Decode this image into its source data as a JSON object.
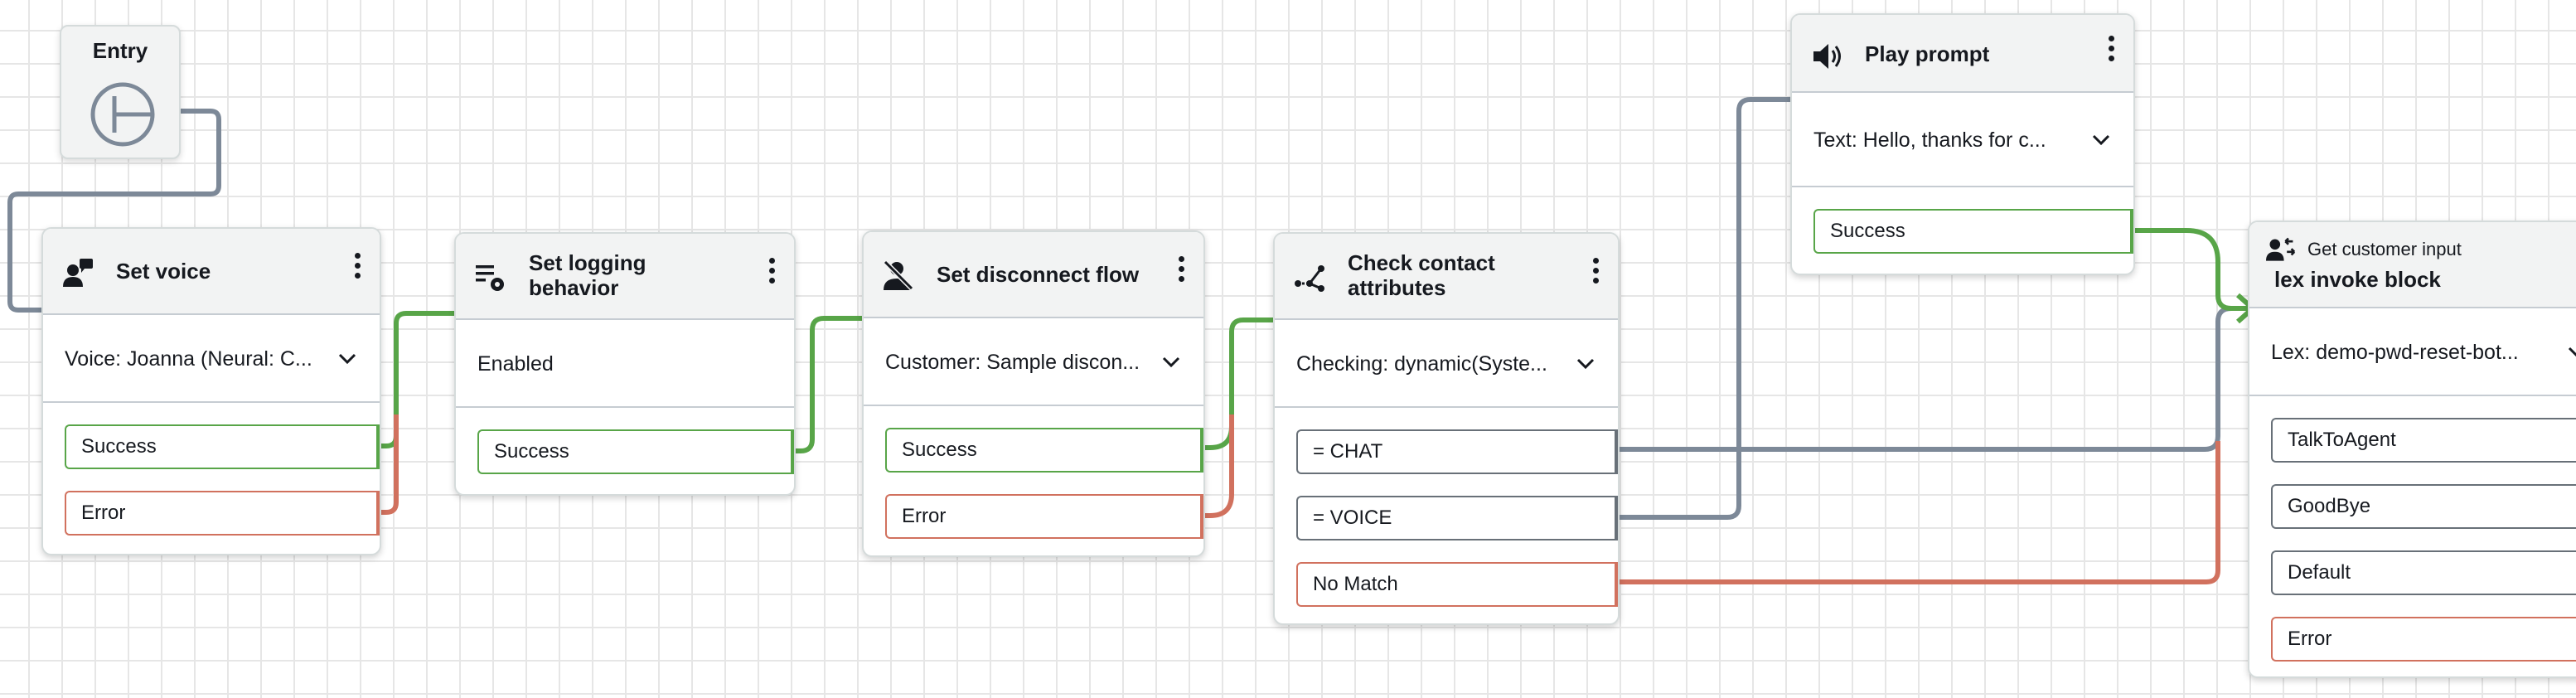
{
  "colors": {
    "success": "#58a548",
    "error": "#d1715e",
    "neutral": "#687078",
    "header_bg": "#f2f3f3",
    "grid": "#e6e6e6"
  },
  "entry": {
    "label": "Entry",
    "icon": "entry-point-icon"
  },
  "blocks": [
    {
      "id": "set-voice",
      "title": "Set voice",
      "icon": "person-voice-icon",
      "setting": "Voice: Joanna (Neural: C...",
      "branches": [
        "Success",
        "Error"
      ]
    },
    {
      "id": "set-logging",
      "title": "Set logging behavior",
      "icon": "logging-settings-icon",
      "setting": "Enabled",
      "branches": [
        "Success"
      ]
    },
    {
      "id": "set-disconnect",
      "title": "Set disconnect flow",
      "icon": "person-disconnect-icon",
      "setting": "Customer: Sample discon...",
      "branches": [
        "Success",
        "Error"
      ]
    },
    {
      "id": "check-attrs",
      "title": "Check contact attributes",
      "icon": "branching-icon",
      "setting": "Checking: dynamic(Syste...",
      "branches": [
        "= CHAT",
        "= VOICE",
        "No Match"
      ]
    },
    {
      "id": "play-prompt",
      "title": "Play prompt",
      "icon": "speaker-icon",
      "setting": "Text: Hello, thanks for c...",
      "branches": [
        "Success"
      ]
    },
    {
      "id": "get-input",
      "pretitle": "Get customer input",
      "title": "lex invoke block",
      "icon": "customer-input-icon",
      "setting": "Lex: demo-pwd-reset-bot...",
      "branches": [
        "TalkToAgent",
        "GoodBye",
        "Default",
        "Error"
      ]
    }
  ]
}
